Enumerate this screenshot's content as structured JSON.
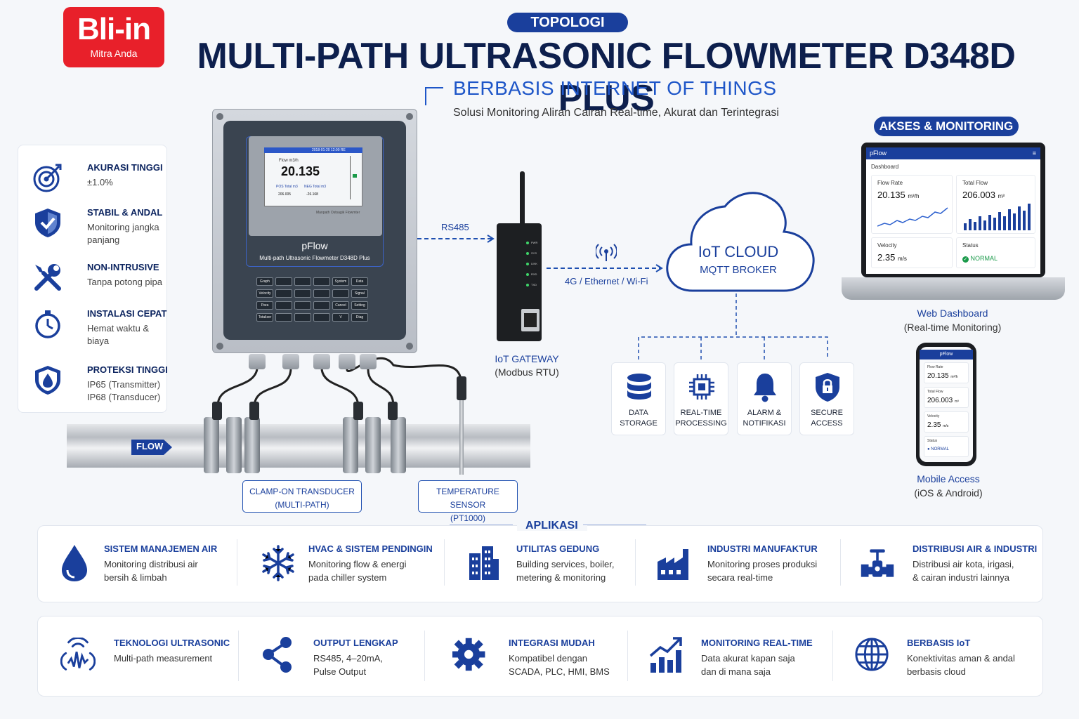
{
  "brand": {
    "logo_main": "Bli-in",
    "logo_sub": "Mitra Anda"
  },
  "header": {
    "pill": "TOPOLOGI",
    "title": "MULTI-PATH ULTRASONIC FLOWMETER D348D PLUS",
    "iot_title": "BERBASIS INTERNET OF THINGS",
    "subtitle": "Solusi Monitoring Aliran Cairan Real-time, Akurat dan Terintegrasi"
  },
  "features": [
    {
      "title": "AKURASI TINGGI",
      "desc": "±1.0%",
      "icon": "target-icon"
    },
    {
      "title": "STABIL & ANDAL",
      "desc": "Monitoring jangka panjang",
      "icon": "shield-check-icon"
    },
    {
      "title": "NON-INTRUSIVE",
      "desc": "Tanpa potong pipa",
      "icon": "tools-icon"
    },
    {
      "title": "INSTALASI CEPAT",
      "desc": "Hemat waktu & biaya",
      "icon": "stopwatch-icon"
    },
    {
      "title": "PROTEKSI TINGGI",
      "desc": "IP65 (Transmitter) IP68 (Transducer)",
      "icon": "shield-drop-icon"
    }
  ],
  "device": {
    "brand": "pFlow",
    "model": "Multi-path Ultrasonic Flowmeter D348D Plus",
    "screen_label": "Flow m3/h",
    "screen_value": "20.135",
    "screen_date": "2018-01-20 12:00 RE",
    "pos_label": "POS Total m3",
    "neg_label": "NEG Total m3",
    "pos_value": "206.005",
    "neg_value": "-26.168",
    "screen_brand": "Manpath Ostsagik Flowmter",
    "keys": [
      "Graph",
      "",
      "",
      "",
      "System",
      "Data",
      "Velocity",
      "",
      "",
      "",
      "",
      "Signal",
      "Para",
      "",
      "",
      "",
      "Cancel",
      "Setting",
      "Totalizer",
      "",
      "",
      "",
      "V",
      "Diag"
    ]
  },
  "pipe": {
    "flow_label": "FLOW"
  },
  "labels": {
    "transducer_1": "CLAMP-ON TRANSDUCER",
    "transducer_2": "(MULTI-PATH)",
    "temp_1": "TEMPERATURE SENSOR",
    "temp_2": "(PT1000)",
    "rs485": "RS485",
    "network": "4G / Ethernet / Wi-Fi"
  },
  "gateway": {
    "title": "IoT GATEWAY",
    "sub": "(Modbus RTU)",
    "leds": [
      "PWR",
      "SYS",
      "LINK",
      "RXD",
      "TXD"
    ]
  },
  "cloud": {
    "title": "IoT CLOUD",
    "sub": "MQTT BROKER"
  },
  "services": [
    {
      "line1": "DATA",
      "line2": "STORAGE",
      "icon": "database-icon"
    },
    {
      "line1": "REAL-TIME",
      "line2": "PROCESSING",
      "icon": "chip-icon"
    },
    {
      "line1": "ALARM &",
      "line2": "NOTIFIKASI",
      "icon": "bell-icon"
    },
    {
      "line1": "SECURE",
      "line2": "ACCESS",
      "icon": "lock-shield-icon"
    }
  ],
  "access": {
    "pill": "AKSES & MONITORING",
    "dashboard": {
      "app": "pFlow",
      "page": "Dashboard",
      "flow_label": "Flow Rate",
      "flow_value": "20.135",
      "flow_unit": "m³/h",
      "total_label": "Total Flow",
      "total_value": "206.003",
      "total_unit": "m³",
      "velocity_label": "Velocity",
      "velocity_value": "2.35",
      "velocity_unit": "m/s",
      "status_label": "Status",
      "status_value": "NORMAL"
    },
    "web_title": "Web Dashboard",
    "web_sub": "(Real-time Monitoring)",
    "mobile": {
      "app": "pFlow",
      "flow_label": "Flow Rate",
      "flow_value": "20.135",
      "flow_unit": "m³/h",
      "total_label": "Total Flow",
      "total_value": "206.003",
      "total_unit": "m³",
      "velocity_label": "Velocity",
      "velocity_value": "2.35",
      "velocity_unit": "m/s",
      "status_label": "Status",
      "status_value": "NORMAL"
    },
    "mobile_title": "Mobile Access",
    "mobile_sub": "(iOS & Android)"
  },
  "applications": {
    "title": "APLIKASI",
    "items": [
      {
        "title": "SISTEM MANAJEMEN AIR",
        "d1": "Monitoring distribusi air",
        "d2": "bersih & limbah",
        "icon": "water-drop-icon"
      },
      {
        "title": "HVAC & SISTEM PENDINGIN",
        "d1": "Monitoring flow & energi",
        "d2": "pada chiller system",
        "icon": "snowflake-icon"
      },
      {
        "title": "UTILITAS GEDUNG",
        "d1": "Building services, boiler,",
        "d2": "metering & monitoring",
        "icon": "building-icon"
      },
      {
        "title": "INDUSTRI MANUFAKTUR",
        "d1": "Monitoring proses produksi",
        "d2": "secara real-time",
        "icon": "factory-icon"
      },
      {
        "title": "DISTRIBUSI AIR & INDUSTRI",
        "d1": "Distribusi air kota, irigasi,",
        "d2": "& cairan industri lainnya",
        "icon": "valve-icon"
      }
    ]
  },
  "technology": [
    {
      "title": "TEKNOLOGI ULTRASONIC",
      "d1": "Multi-path measurement",
      "d2": "",
      "icon": "ultrasonic-icon"
    },
    {
      "title": "OUTPUT LENGKAP",
      "d1": "RS485, 4–20mA,",
      "d2": "Pulse Output",
      "icon": "share-icon"
    },
    {
      "title": "INTEGRASI MUDAH",
      "d1": "Kompatibel dengan",
      "d2": "SCADA, PLC, HMI, BMS",
      "icon": "gear-icon"
    },
    {
      "title": "MONITORING REAL-TIME",
      "d1": "Data akurat kapan saja",
      "d2": "dan di mana saja",
      "icon": "chart-up-icon"
    },
    {
      "title": "BERBASIS IoT",
      "d1": "Konektivitas aman & andal",
      "d2": "berbasis cloud",
      "icon": "globe-icon"
    }
  ],
  "colors": {
    "primary": "#1a3f9c",
    "accent": "#1e56c8",
    "logo": "#e8202a",
    "status": "#1a9a4a"
  }
}
